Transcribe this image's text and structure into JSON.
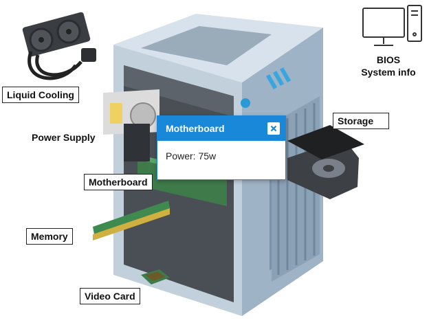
{
  "labels": {
    "liquid_cooling": "Liquid Cooling",
    "power_supply": "Power Supply",
    "motherboard": "Motherboard",
    "memory": "Memory",
    "video_card": "Video Card",
    "storage": "Storage",
    "bios_line1": "BIOS",
    "bios_line2": "System info"
  },
  "popup": {
    "title": "Motherboard",
    "body": "Power: 75w",
    "close_icon": "close-icon"
  },
  "colors": {
    "popup_header": "#1a88d8",
    "case_body": "#c9d6e2",
    "case_shadow": "#8ea2b5"
  }
}
